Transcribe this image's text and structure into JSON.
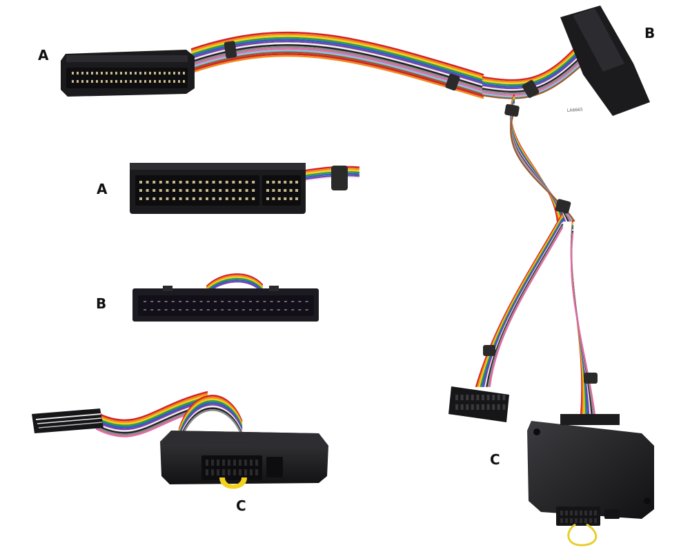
{
  "labels": {
    "a_top": "A",
    "a_mid": "A",
    "b_top": "B",
    "b_mid": "B",
    "c_bottom": "C",
    "c_right": "C"
  },
  "part_code": "LA6665",
  "colors": {
    "background": "#ffffff",
    "housing": "#1b1b1d",
    "housing_highlight": "#3a3a3e",
    "pin": "#c9b98a",
    "tape": "#2a2a2a",
    "clip": "#f3d21c"
  },
  "wire_colors": [
    "#d3202a",
    "#f08a1c",
    "#f2d11a",
    "#2e9a47",
    "#2a5fc8",
    "#7b3fa6",
    "#ededed",
    "#222222",
    "#8a8a8a",
    "#e56aa6",
    "#7ec6e8",
    "#9b5a2a"
  ]
}
